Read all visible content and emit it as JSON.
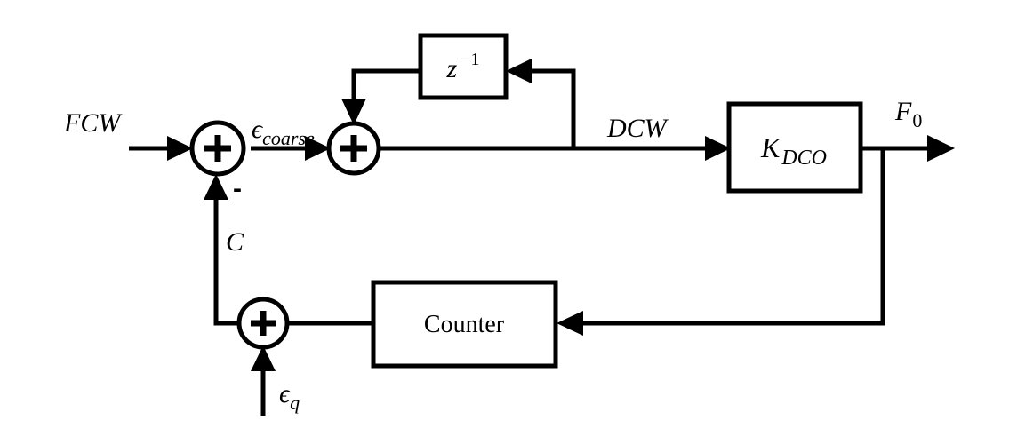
{
  "blocks": {
    "delay": {
      "base": "z",
      "sup": "−1"
    },
    "dco": {
      "base": "K",
      "sub": "DCO"
    },
    "counter": {
      "label": "Counter"
    }
  },
  "signals": {
    "fcw": "FCW",
    "eps_coarse": {
      "base": "ϵ",
      "sub": "coarse"
    },
    "dcw": "DCW",
    "f0": {
      "base": "F",
      "sub": "0"
    },
    "c": "C",
    "eps_q": {
      "base": "ϵ",
      "sub": "q"
    },
    "minus_sign": "-"
  }
}
